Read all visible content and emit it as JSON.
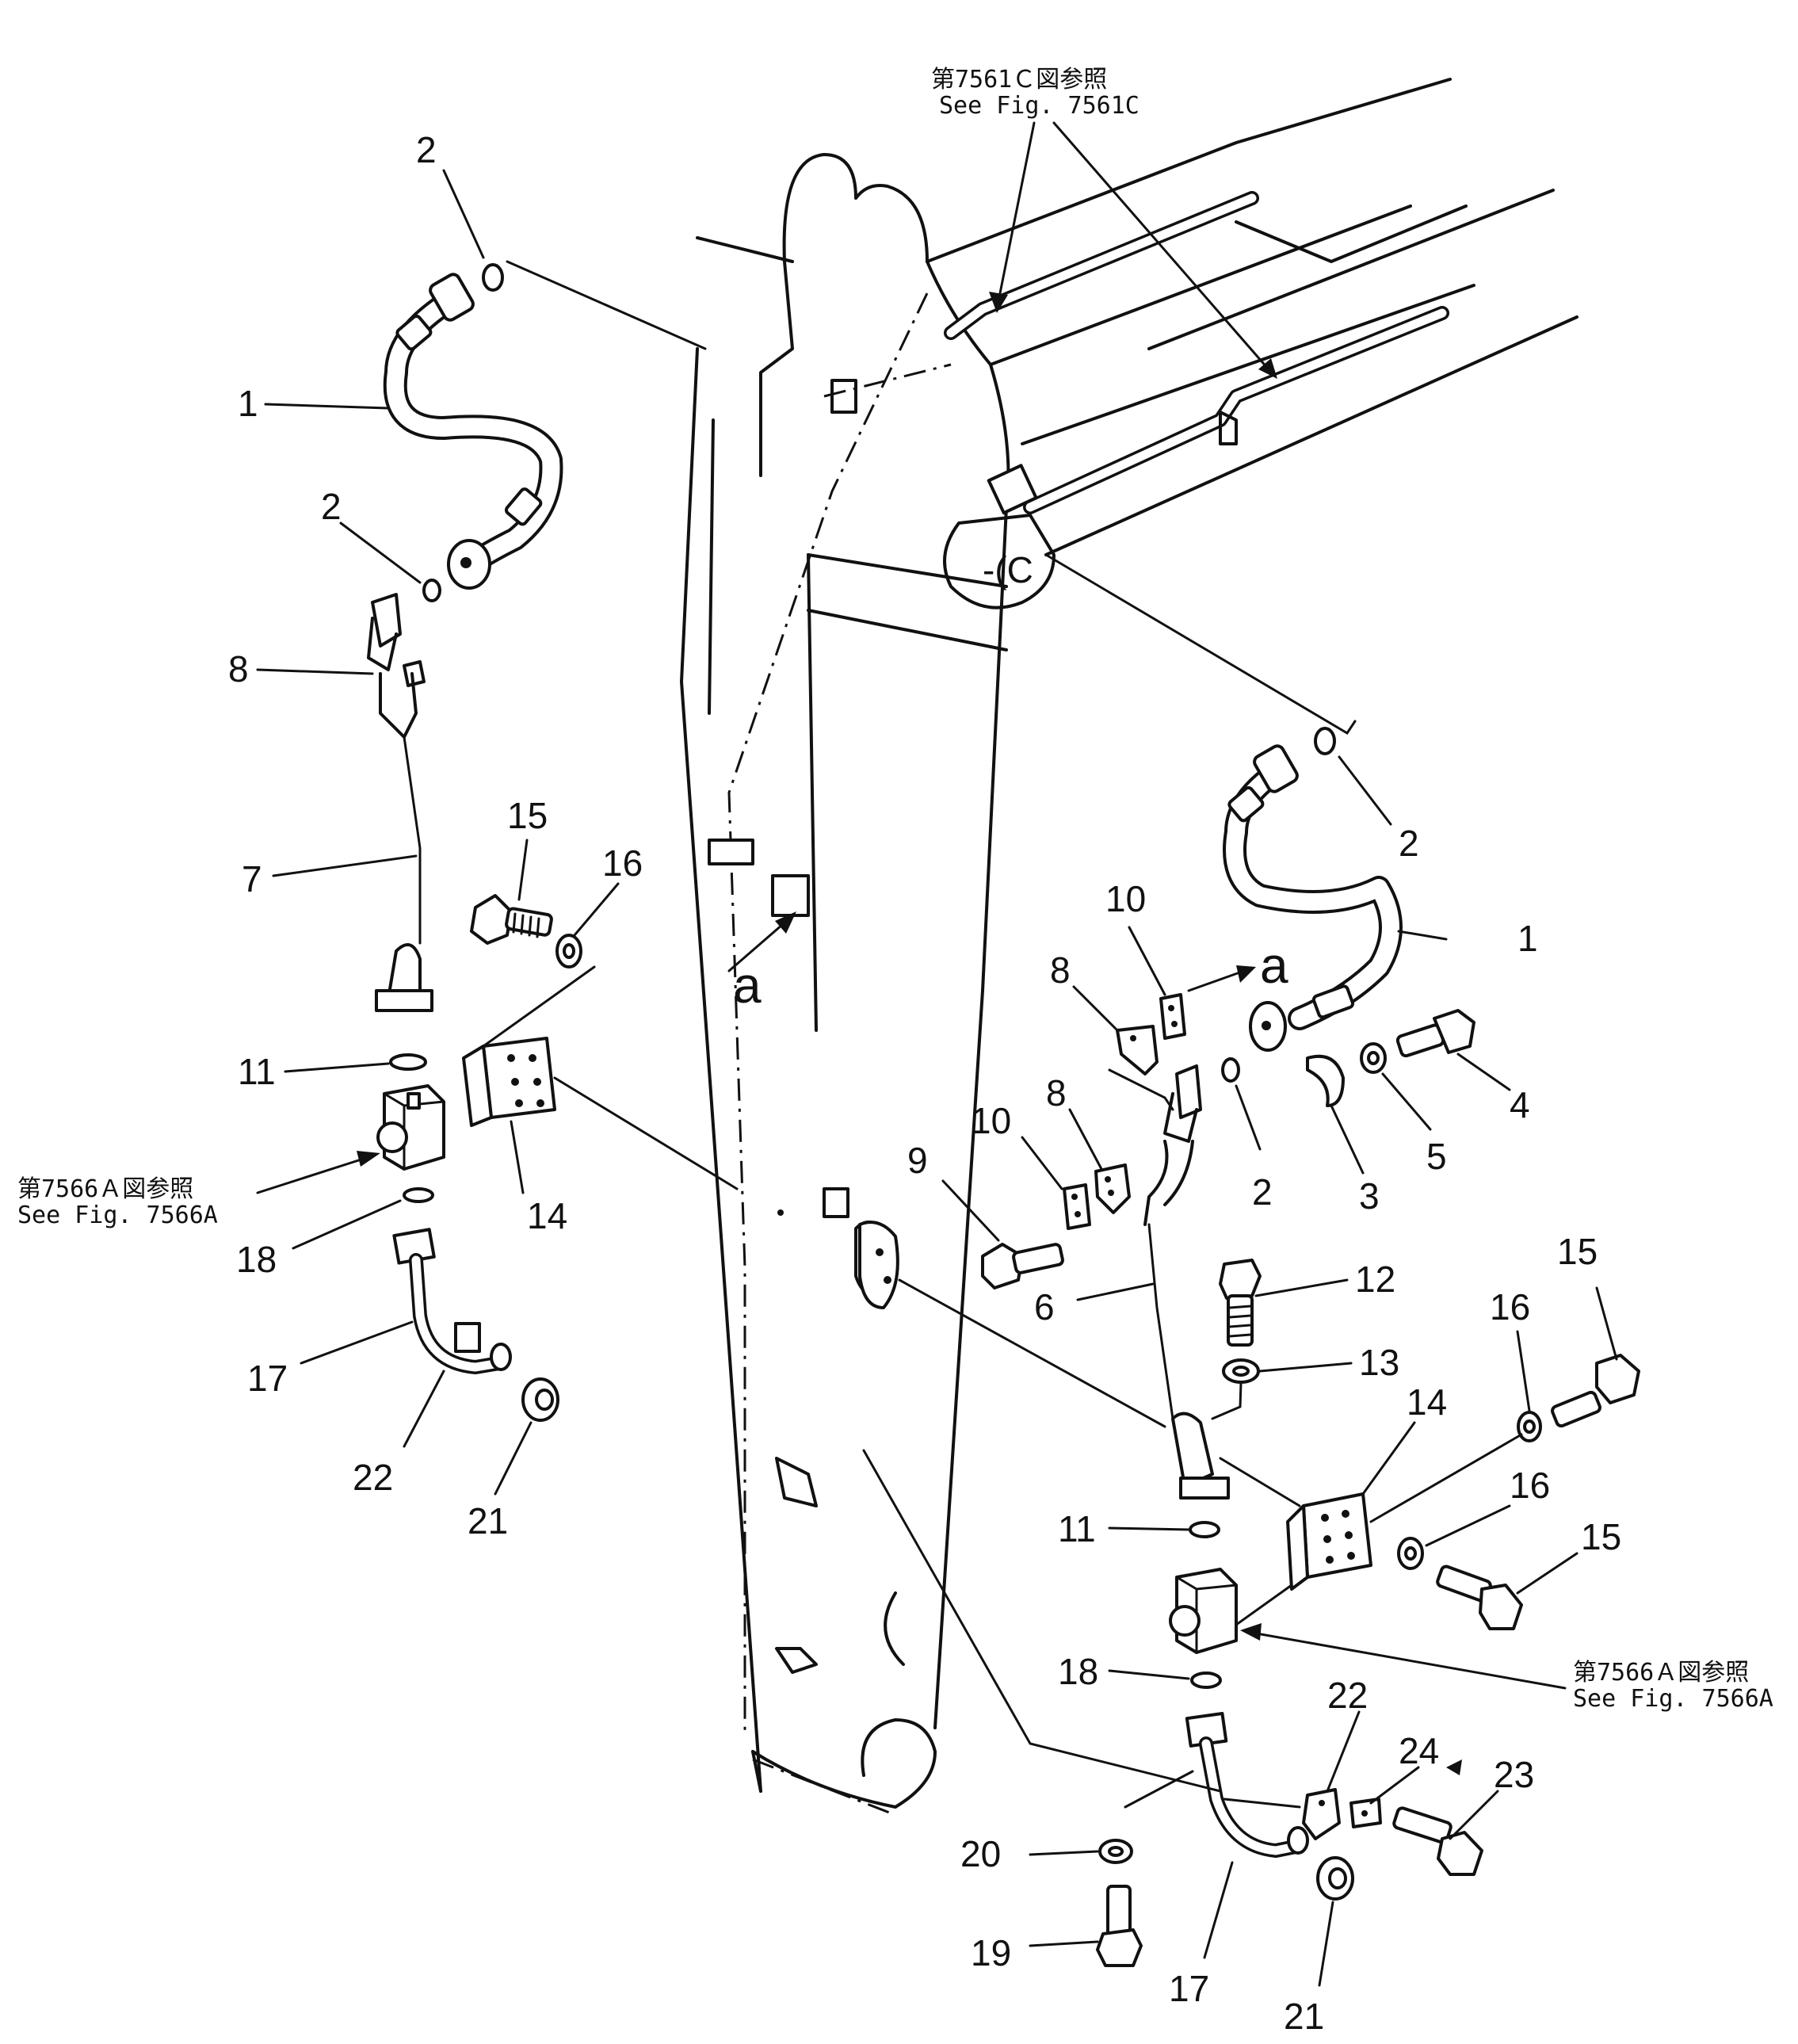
{
  "references": {
    "top": {
      "jp": "第7561Ｃ図参照",
      "en": "See  Fig. 7561C"
    },
    "left": {
      "jp": "第7566Ａ図参照",
      "en": "See  Fig. 7566A"
    },
    "right": {
      "jp": "第7566Ａ図参照",
      "en": "See  Fig. 7566A"
    }
  },
  "view_marks": {
    "left": "a",
    "right": "a"
  },
  "callouts": {
    "left": {
      "n2_top": "2",
      "n1": "1",
      "n2_mid": "2",
      "n8": "8",
      "n7": "7",
      "n15": "15",
      "n16": "16",
      "n11": "11",
      "n14": "14",
      "n18": "18",
      "n17": "17",
      "n22": "22",
      "n21": "21"
    },
    "right": {
      "n2_top": "2",
      "n1": "1",
      "n10_top": "10",
      "n8_top": "8",
      "n4": "4",
      "n8_mid": "8",
      "n10_mid": "10",
      "n9": "9",
      "n2_mid": "2",
      "n3": "3",
      "n5": "5",
      "n16_top": "16",
      "n15_top": "15",
      "n12": "12",
      "n6": "6",
      "n13": "13",
      "n14": "14",
      "n11": "11",
      "n16_mid": "16",
      "n15_mid": "15",
      "n18": "18",
      "n22": "22",
      "n24": "24",
      "n23": "23",
      "n20": "20",
      "n19": "19",
      "n17": "17",
      "n21": "21"
    }
  }
}
